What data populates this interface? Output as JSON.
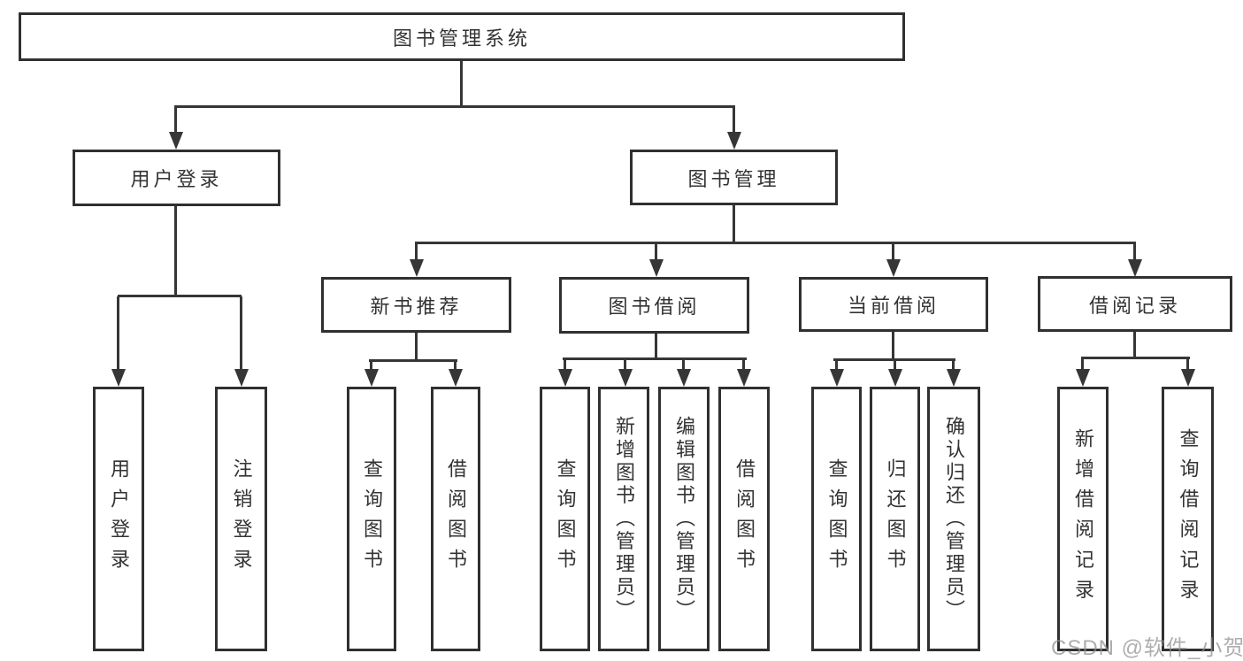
{
  "tree": {
    "label": "图书管理系统",
    "children": [
      {
        "label": "用户登录",
        "children": [
          {
            "label": "用户登录"
          },
          {
            "label": "注销登录"
          }
        ]
      },
      {
        "label": "图书管理",
        "children": [
          {
            "label": "新书推荐",
            "children": [
              {
                "label": "查询图书"
              },
              {
                "label": "借阅图书"
              }
            ]
          },
          {
            "label": "图书借阅",
            "children": [
              {
                "label": "查询图书"
              },
              {
                "label": "新增图书（管理员）"
              },
              {
                "label": "编辑图书（管理员）"
              },
              {
                "label": "借阅图书"
              }
            ]
          },
          {
            "label": "当前借阅",
            "children": [
              {
                "label": "查询图书"
              },
              {
                "label": "归还图书"
              },
              {
                "label": "确认归还（管理员）"
              }
            ]
          },
          {
            "label": "借阅记录",
            "children": [
              {
                "label": "新增借阅记录"
              },
              {
                "label": "查询借阅记录"
              }
            ]
          }
        ]
      }
    ]
  },
  "watermark": "CSDN @软件_小贺同学",
  "colors": {
    "line": "#363636",
    "box_border": "#303030",
    "text": "#333333",
    "watermark": "#b5b5b5",
    "background": "#ffffff"
  }
}
